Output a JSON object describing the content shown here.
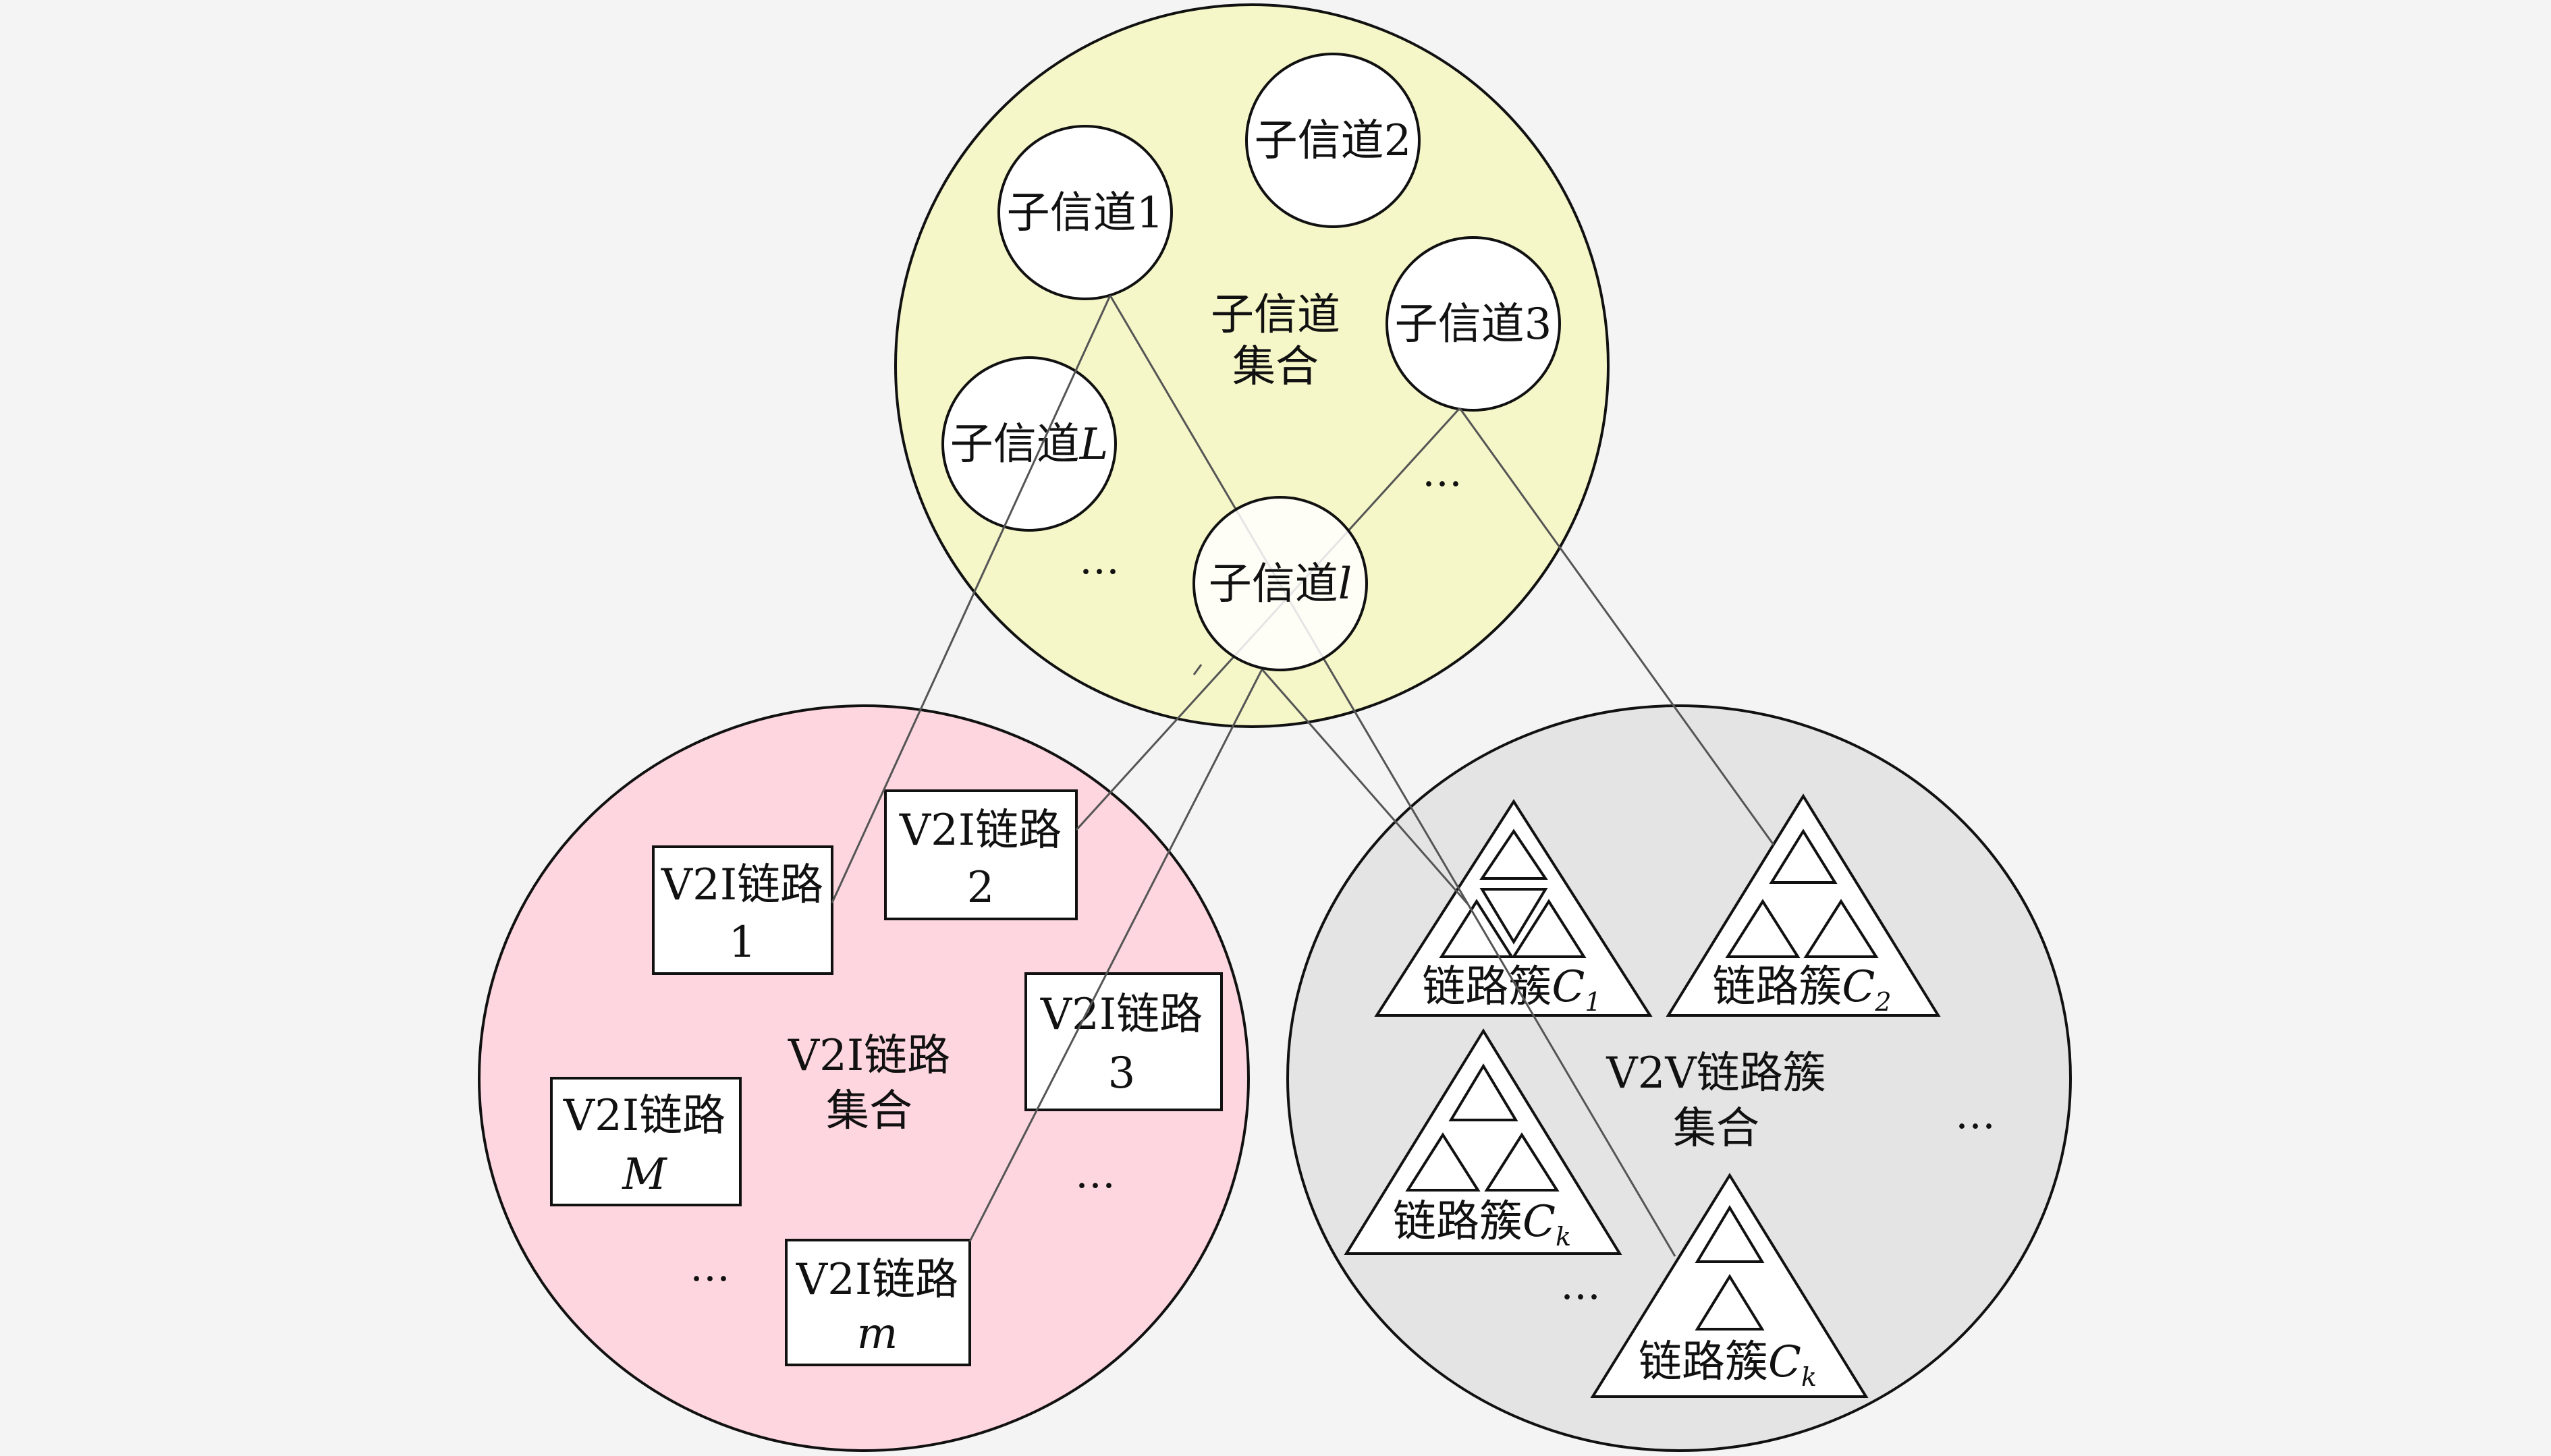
{
  "subchannel_set": {
    "title_line1": "子信道",
    "title_line2": "集合",
    "fill": "#f6f7c8",
    "ellipses": [
      "…",
      "…"
    ],
    "subchannels": [
      {
        "prefix": "子信道",
        "index": "1",
        "italic": false
      },
      {
        "prefix": "子信道",
        "index": "2",
        "italic": false
      },
      {
        "prefix": "子信道",
        "index": "3",
        "italic": false
      },
      {
        "prefix": "子信道",
        "index": "L",
        "italic": true
      },
      {
        "prefix": "子信道",
        "index": "l",
        "italic": true
      }
    ]
  },
  "v2i_set": {
    "title_line1": "V2I链路",
    "title_line2": "集合",
    "fill": "#fdd6df",
    "ellipses": [
      "…",
      "…"
    ],
    "links": [
      {
        "line1": "V2I链路",
        "line2": "1",
        "italic": false
      },
      {
        "line1": "V2I链路",
        "line2": "2",
        "italic": false
      },
      {
        "line1": "V2I链路",
        "line2": "3",
        "italic": false
      },
      {
        "line1": "V2I链路",
        "line2": "M",
        "italic": true
      },
      {
        "line1": "V2I链路",
        "line2": "m",
        "italic": true
      }
    ]
  },
  "v2v_set": {
    "title_line1": "V2V链路簇",
    "title_line2": "集合",
    "fill": "#e4e4e4",
    "ellipses": [
      "…",
      "…"
    ],
    "clusters": [
      {
        "prefix": "链路簇",
        "var": "C",
        "sub": "1"
      },
      {
        "prefix": "链路簇",
        "var": "C",
        "sub": "2"
      },
      {
        "prefix": "链路簇",
        "var": "C",
        "sub": "k"
      },
      {
        "prefix": "链路簇",
        "var": "C",
        "sub": "k"
      }
    ]
  },
  "colors": {
    "stroke": "#111111",
    "connector": "#555555",
    "background": "#f4f4f4"
  }
}
